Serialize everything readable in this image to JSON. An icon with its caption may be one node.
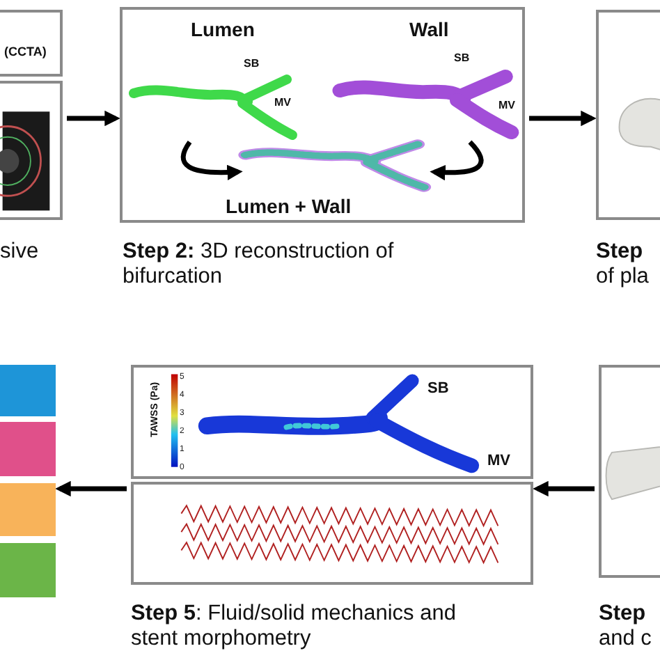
{
  "diagram": {
    "nodes": [
      {
        "text": [
          "(CCTA)"
        ]
      },
      {
        "text": [],
        "shape": "picture",
        "beside": [
          "sive"
        ]
      },
      {
        "text": [
          "Lumen",
          "Wall",
          "Lumen + Wall"
        ],
        "beside": [
          "**Step 2:** 3D reconstruction of bifurcation"
        ]
      },
      {
        "text": [
          "SB",
          "MV"
        ],
        "in": 2
      },
      {
        "text": [
          "SB",
          "MV"
        ],
        "in": 2
      },
      {
        "text": [],
        "shape": "picture",
        "in": 2
      },
      {
        "text": [],
        "shape": "picture",
        "beside": [
          "**Step** of pla"
        ]
      },
      {
        "text": [],
        "shape": "picture",
        "beside": [
          "**Step** and c"
        ]
      },
      {
        "text": [
          "TAWSS (Pa)",
          "SB",
          "MV"
        ]
      },
      {
        "text": [],
        "shape": "picture",
        "beside": [
          "**Step 5**: Fluid/solid mechanics and stent morphometry"
        ]
      },
      {
        "text": [],
        "shape": "box"
      },
      {
        "text": [],
        "shape": "box"
      },
      {
        "text": [],
        "shape": "box"
      },
      {
        "text": [],
        "shape": "box"
      }
    ],
    "edges": [
      {
        "from": 1,
        "to": 2,
        "arrow": "to"
      },
      {
        "from": 3,
        "to": 5,
        "arrow": "to"
      },
      {
        "from": 4,
        "to": 5,
        "arrow": "to"
      },
      {
        "from": 2,
        "to": 6,
        "arrow": "to"
      },
      {
        "from": 7,
        "to": 9,
        "arrow": "to"
      },
      {
        "from": 9,
        "to": 12,
        "arrow": "to"
      }
    ],
    "labels": [
      "5",
      "4",
      "3",
      "2",
      "1",
      "0"
    ]
  }
}
